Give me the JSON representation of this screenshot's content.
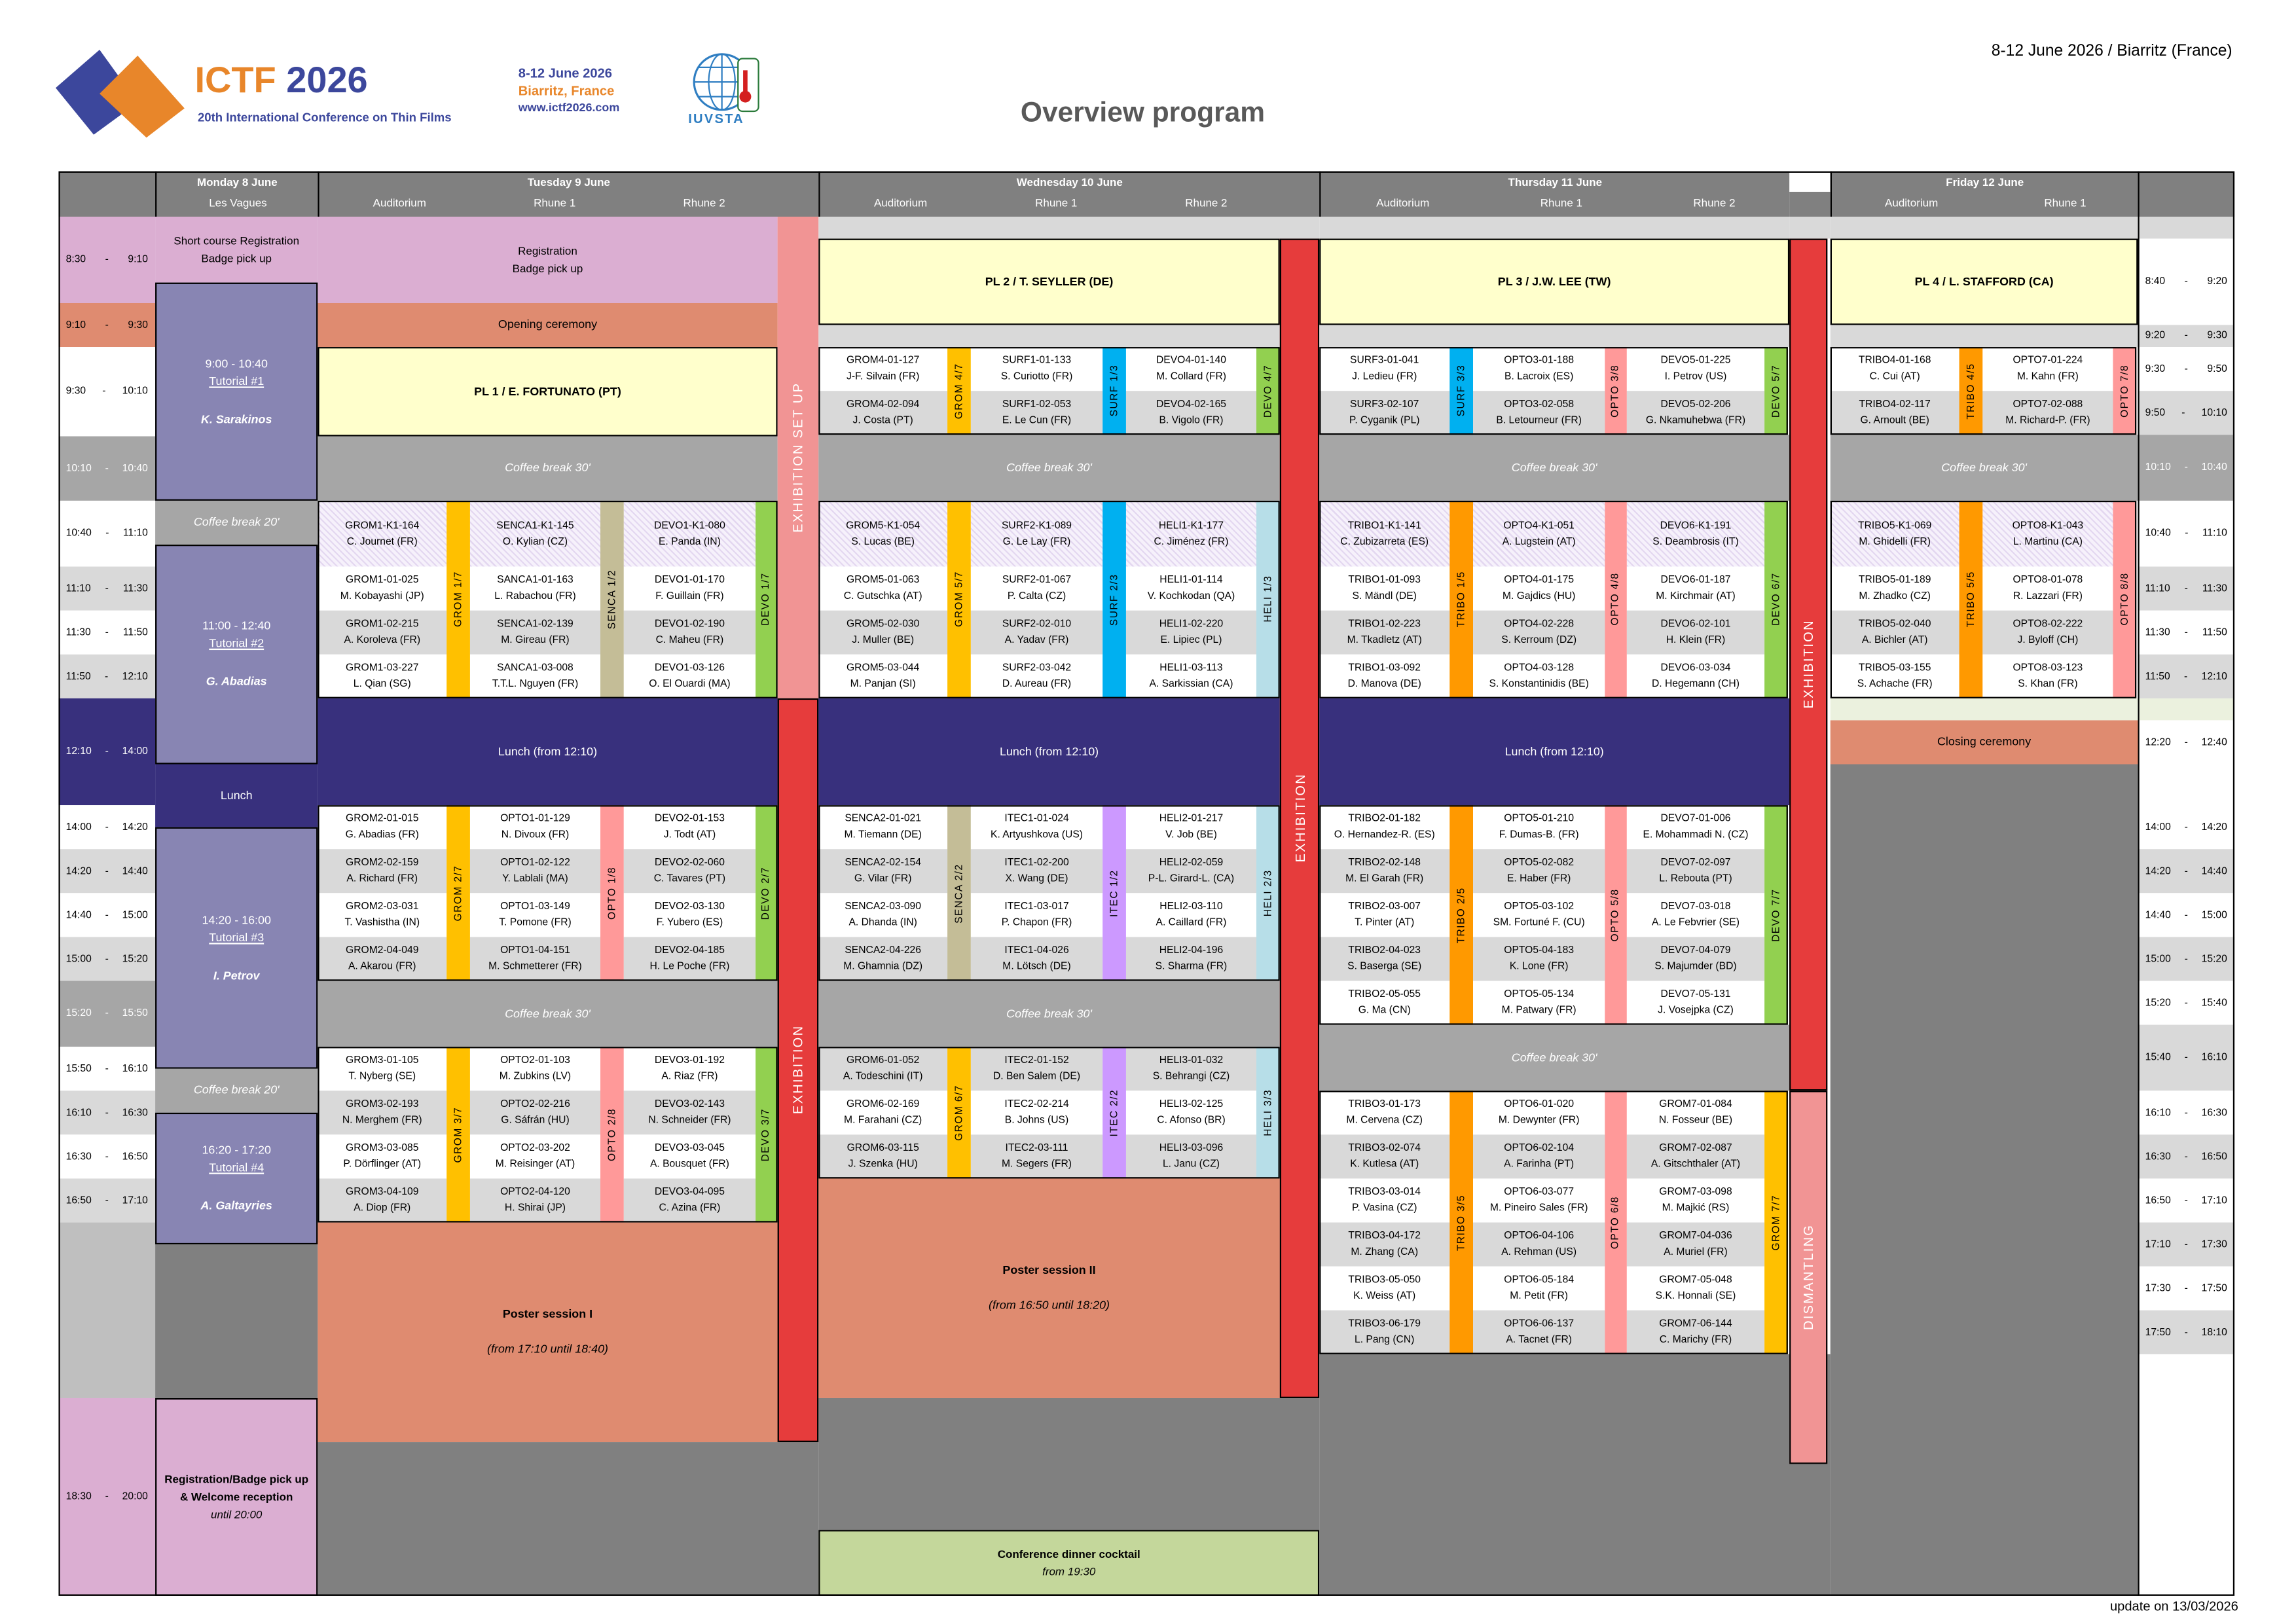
{
  "header": {
    "logo_ictf": "ICTF",
    "logo_year": "2026",
    "logo_subtitle": "20th International Conference on Thin Films",
    "dates": "8-12 June 2026",
    "place": "Biarritz, France",
    "url": "www.ictf2026.com",
    "iuvsta": "IUVSTA",
    "top_right": "8-12 June 2026 / Biarritz (France)",
    "page_title": "Overview program",
    "update": "update on 13/03/2026"
  },
  "days": [
    {
      "name": "Monday 8 June",
      "rooms": [
        "Les Vagues"
      ]
    },
    {
      "name": "Tuesday 9 June",
      "rooms": [
        "Auditorium",
        "Rhune 1",
        "Rhune 2"
      ]
    },
    {
      "name": "Wednesday 10 June",
      "rooms": [
        "Auditorium",
        "Rhune 1",
        "Rhune 2"
      ]
    },
    {
      "name": "Thursday 11 June",
      "rooms": [
        "Auditorium",
        "Rhune 1",
        "Rhune 2"
      ]
    },
    {
      "name": "Friday 12 June",
      "rooms": [
        "Auditorium",
        "Rhune 1"
      ]
    }
  ],
  "time_left": [
    [
      "8:30",
      "9:10"
    ],
    [
      "9:10",
      "9:30"
    ],
    [
      "9:30",
      "10:10"
    ],
    [
      "10:10",
      "10:40"
    ],
    [
      "10:40",
      "11:10"
    ],
    [
      "11:10",
      "11:30"
    ],
    [
      "11:30",
      "11:50"
    ],
    [
      "11:50",
      "12:10"
    ],
    [
      "12:10",
      "14:00"
    ],
    [
      "14:00",
      "14:20"
    ],
    [
      "14:20",
      "14:40"
    ],
    [
      "14:40",
      "15:00"
    ],
    [
      "15:00",
      "15:20"
    ],
    [
      "15:20",
      "15:50"
    ],
    [
      "15:50",
      "16:10"
    ],
    [
      "16:10",
      "16:30"
    ],
    [
      "16:30",
      "16:50"
    ],
    [
      "16:50",
      "17:10"
    ],
    [
      "18:30",
      "20:00"
    ]
  ],
  "time_right": [
    [
      "8:40",
      "9:20"
    ],
    [
      "9:20",
      "9:30"
    ],
    [
      "9:30",
      "9:50"
    ],
    [
      "9:50",
      "10:10"
    ],
    [
      "10:10",
      "10:40"
    ],
    [
      "10:40",
      "11:10"
    ],
    [
      "11:10",
      "11:30"
    ],
    [
      "11:30",
      "11:50"
    ],
    [
      "11:50",
      "12:10"
    ],
    [
      "12:20",
      "12:40"
    ],
    [
      "14:00",
      "14:20"
    ],
    [
      "14:20",
      "14:40"
    ],
    [
      "14:40",
      "15:00"
    ],
    [
      "15:00",
      "15:20"
    ],
    [
      "15:20",
      "15:40"
    ],
    [
      "15:40",
      "16:10"
    ],
    [
      "16:10",
      "16:30"
    ],
    [
      "16:30",
      "16:50"
    ],
    [
      "16:50",
      "17:10"
    ],
    [
      "17:10",
      "17:30"
    ],
    [
      "17:30",
      "17:50"
    ],
    [
      "17:50",
      "18:10"
    ]
  ],
  "blocks": {
    "mon_reg": [
      "Short course Registration",
      "Badge pick up"
    ],
    "tut1": [
      "9:00 - 10:40",
      "Tutorial #1",
      "K. Sarakinos"
    ],
    "mon_coffee1": [
      "Coffee break 20'"
    ],
    "tut2": [
      "11:00 - 12:40",
      "Tutorial #2",
      "G. Abadias"
    ],
    "mon_lunch": [
      "Lunch"
    ],
    "tut3": [
      "14:20 - 16:00",
      "Tutorial #3",
      "I. Petrov"
    ],
    "mon_coffee2": [
      "Coffee break 20'"
    ],
    "tut4": [
      "16:20 - 17:20",
      "Tutorial #4",
      "A. Galtayries"
    ],
    "mon_welcome": [
      "Registration/Badge pick up",
      "& Welcome reception",
      "until 20:00"
    ],
    "tue_reg": [
      "Registration",
      "Badge pick up"
    ],
    "tue_opening": [
      "Opening ceremony"
    ],
    "tue_pl1": [
      "PL 1 / E. FORTUNATO (PT)"
    ],
    "tue_coffee1": [
      "Coffee break 30'"
    ],
    "tue_lunch": [
      "Lunch (from 12:10)"
    ],
    "tue_coffee2": [
      "Coffee break 30'"
    ],
    "tue_poster": [
      "Poster session I",
      "(from 17:10 until 18:40)"
    ],
    "tue_setup": [
      "EXHIBITION SET UP"
    ],
    "tue_exh": [
      "EXHIBITION"
    ],
    "wed_pl2": [
      "PL 2 / T. SEYLLER (DE)"
    ],
    "wed_coffee1": [
      "Coffee break 30'"
    ],
    "wed_lunch": [
      "Lunch (from 12:10)"
    ],
    "wed_coffee2": [
      "Coffee break 30'"
    ],
    "wed_poster": [
      "Poster session II",
      "(from 16:50 until 18:20)"
    ],
    "wed_dinner": [
      "Conference dinner cocktail",
      "from 19:30"
    ],
    "wed_exh": [
      "EXHIBITION"
    ],
    "thu_pl3": [
      "PL 3 / J.W. LEE (TW)"
    ],
    "thu_coffee1": [
      "Coffee break 30'"
    ],
    "thu_lunch": [
      "Lunch (from 12:10)"
    ],
    "thu_coffee2": [
      "Coffee break 30'"
    ],
    "thu_exh": [
      "EXHIBITION"
    ],
    "thu_dismantling": [
      "DISMANTLING"
    ],
    "fri_pl4": [
      "PL 4 / L. STAFFORD (CA)"
    ],
    "fri_coffee1": [
      "Coffee break 30'"
    ],
    "fri_closing": [
      "Closing ceremony"
    ]
  },
  "track_colors": {
    "GROM": "#ffc000",
    "SENCA": "#c4bd97",
    "DEVO": "#92d050",
    "SURF": "#00b0f0",
    "HELI": "#b7dee8",
    "OPTO": "#ff9999",
    "ITEC": "#cc99ff",
    "TRIBO": "#ff9900"
  },
  "groups": [
    {
      "track": "GROM 1/7",
      "talks": [
        [
          "GROM1-K1-164",
          "C. Journet (FR)"
        ],
        [
          "GROM1-01-025",
          "M. Kobayashi (JP)"
        ],
        [
          "GROM1-02-215",
          "A. Koroleva (FR)"
        ],
        [
          "GROM1-03-227",
          "L. Qian (SG)"
        ]
      ]
    },
    {
      "track": "SENCA 1/2",
      "talks": [
        [
          "SENCA1-K1-145",
          "O. Kylian (CZ)"
        ],
        [
          "SANCA1-01-163",
          "L. Rabachou (FR)"
        ],
        [
          "SENCA1-02-139",
          "M. Gireau (FR)"
        ],
        [
          "SANCA1-03-008",
          "T.T.L. Nguyen (FR)"
        ]
      ]
    },
    {
      "track": "DEVO 1/7",
      "talks": [
        [
          "DEVO1-K1-080",
          "E. Panda (IN)"
        ],
        [
          "DEVO1-01-170",
          "F. Guillain (FR)"
        ],
        [
          "DEVO1-02-190",
          "C. Maheu (FR)"
        ],
        [
          "DEVO1-03-126",
          "O. El Ouardi (MA)"
        ]
      ]
    },
    {
      "track": "GROM 2/7",
      "talks": [
        [
          "GROM2-01-015",
          "G. Abadias (FR)"
        ],
        [
          "GROM2-02-159",
          "A. Richard (FR)"
        ],
        [
          "GROM2-03-031",
          "T. Vashistha (IN)"
        ],
        [
          "GROM2-04-049",
          "A. Akarou (FR)"
        ]
      ]
    },
    {
      "track": "OPTO 1/8",
      "talks": [
        [
          "OPTO1-01-129",
          "N. Divoux (FR)"
        ],
        [
          "OPTO1-02-122",
          "Y. Lablali (MA)"
        ],
        [
          "OPTO1-03-149",
          "T. Pomone (FR)"
        ],
        [
          "OPTO1-04-151",
          "M. Schmetterer (FR)"
        ]
      ]
    },
    {
      "track": "DEVO 2/7",
      "talks": [
        [
          "DEVO2-01-153",
          "J. Todt (AT)"
        ],
        [
          "DEVO2-02-060",
          "C. Tavares (PT)"
        ],
        [
          "DEVO2-03-130",
          "F. Yubero (ES)"
        ],
        [
          "DEVO2-04-185",
          "H. Le Poche (FR)"
        ]
      ]
    },
    {
      "track": "GROM 3/7",
      "talks": [
        [
          "GROM3-01-105",
          "T. Nyberg (SE)"
        ],
        [
          "GROM3-02-193",
          "N. Merghem (FR)"
        ],
        [
          "GROM3-03-085",
          "P. Dörflinger (AT)"
        ],
        [
          "GROM3-04-109",
          "A. Diop (FR)"
        ]
      ]
    },
    {
      "track": "OPTO 2/8",
      "talks": [
        [
          "OPTO2-01-103",
          "M. Zubkins (LV)"
        ],
        [
          "OPTO2-02-216",
          "G. Sáfrán (HU)"
        ],
        [
          "OPTO2-03-202",
          "M. Reisinger (AT)"
        ],
        [
          "OPTO2-04-120",
          "H. Shirai (JP)"
        ]
      ]
    },
    {
      "track": "DEVO 3/7",
      "talks": [
        [
          "DEVO3-01-192",
          "A. Riaz (FR)"
        ],
        [
          "DEVO3-02-143",
          "N. Schneider (FR)"
        ],
        [
          "DEVO3-03-045",
          "A. Bousquet (FR)"
        ],
        [
          "DEVO3-04-095",
          "C. Azina (FR)"
        ]
      ]
    },
    {
      "track": "GROM 4/7",
      "talks": [
        [
          "GROM4-01-127",
          "J-F. Silvain (FR)"
        ],
        [
          "GROM4-02-094",
          "J. Costa (PT)"
        ]
      ]
    },
    {
      "track": "SURF 1/3",
      "talks": [
        [
          "SURF1-01-133",
          "S. Curiotto (FR)"
        ],
        [
          "SURF1-02-053",
          "E. Le Cun (FR)"
        ]
      ]
    },
    {
      "track": "DEVO 4/7",
      "talks": [
        [
          "DEVO4-01-140",
          "M. Collard (FR)"
        ],
        [
          "DEVO4-02-165",
          "B. Vigolo (FR)"
        ]
      ]
    },
    {
      "track": "GROM 5/7",
      "talks": [
        [
          "GROM5-K1-054",
          "S. Lucas (BE)"
        ],
        [
          "GROM5-01-063",
          "C. Gutschka (AT)"
        ],
        [
          "GROM5-02-030",
          "J. Muller (BE)"
        ],
        [
          "GROM5-03-044",
          "M. Panjan (SI)"
        ]
      ]
    },
    {
      "track": "SURF 2/3",
      "talks": [
        [
          "SURF2-K1-089",
          "G. Le Lay (FR)"
        ],
        [
          "SURF2-01-067",
          "P. Calta (CZ)"
        ],
        [
          "SURF2-02-010",
          "A. Yadav (FR)"
        ],
        [
          "SURF2-03-042",
          "D. Aureau (FR)"
        ]
      ]
    },
    {
      "track": "HELI 1/3",
      "talks": [
        [
          "HELI1-K1-177",
          "C. Jiménez (FR)"
        ],
        [
          "HELI1-01-114",
          "V. Kochkodan (QA)"
        ],
        [
          "HELI1-02-220",
          "E. Lipiec (PL)"
        ],
        [
          "HELI1-03-113",
          "A. Sarkissian (CA)"
        ]
      ]
    },
    {
      "track": "SENCA 2/2",
      "talks": [
        [
          "SENCA2-01-021",
          "M. Tiemann (DE)"
        ],
        [
          "SENCA2-02-154",
          "G. Vilar (FR)"
        ],
        [
          "SENCA2-03-090",
          "A. Dhanda (IN)"
        ],
        [
          "SENCA2-04-226",
          "M. Ghamnia (DZ)"
        ]
      ]
    },
    {
      "track": "ITEC 1/2",
      "talks": [
        [
          "ITEC1-01-024",
          "K. Artyushkova (US)"
        ],
        [
          "ITEC1-02-200",
          "X. Wang (DE)"
        ],
        [
          "ITEC1-03-017",
          "P. Chapon (FR)"
        ],
        [
          "ITEC1-04-026",
          "M. Lötsch (DE)"
        ]
      ]
    },
    {
      "track": "HELI 2/3",
      "talks": [
        [
          "HELI2-01-217",
          "V. Job (BE)"
        ],
        [
          "HELI2-02-059",
          "P-L. Girard-L. (CA)"
        ],
        [
          "HELI2-03-110",
          "A. Caillard (FR)"
        ],
        [
          "HELI2-04-196",
          "S. Sharma (FR)"
        ]
      ]
    },
    {
      "track": "GROM 6/7",
      "talks": [
        [
          "GROM6-01-052",
          "A. Todeschini (IT)"
        ],
        [
          "GROM6-02-169",
          "M. Farahani (CZ)"
        ],
        [
          "GROM6-03-115",
          "J. Szenka (HU)"
        ]
      ]
    },
    {
      "track": "ITEC 2/2",
      "talks": [
        [
          "ITEC2-01-152",
          "D. Ben Salem (DE)"
        ],
        [
          "ITEC2-02-214",
          "B. Johns (US)"
        ],
        [
          "ITEC2-03-111",
          "M. Segers (FR)"
        ]
      ]
    },
    {
      "track": "HELI 3/3",
      "talks": [
        [
          "HELI3-01-032",
          "S. Behrangi (CZ)"
        ],
        [
          "HELI3-02-125",
          "C. Afonso (BR)"
        ],
        [
          "HELI3-03-096",
          "L. Janu (CZ)"
        ]
      ]
    },
    {
      "track": "SURF 3/3",
      "talks": [
        [
          "SURF3-01-041",
          "J. Ledieu (FR)"
        ],
        [
          "SURF3-02-107",
          "P. Cyganik (PL)"
        ]
      ]
    },
    {
      "track": "OPTO 3/8",
      "talks": [
        [
          "OPTO3-01-188",
          "B. Lacroix (ES)"
        ],
        [
          "OPTO3-02-058",
          "B. Letourneur (FR)"
        ]
      ]
    },
    {
      "track": "DEVO 5/7",
      "talks": [
        [
          "DEVO5-01-225",
          "I. Petrov (US)"
        ],
        [
          "DEVO5-02-206",
          "G. Nkamuhebwa (FR)"
        ]
      ]
    },
    {
      "track": "TRIBO 1/5",
      "talks": [
        [
          "TRIBO1-K1-141",
          "C. Zubizarreta (ES)"
        ],
        [
          "TRIBO1-01-093",
          "S. Mändl (DE)"
        ],
        [
          "TRIBO1-02-223",
          "M. Tkadletz (AT)"
        ],
        [
          "TRIBO1-03-092",
          "D. Manova (DE)"
        ]
      ]
    },
    {
      "track": "OPTO 4/8",
      "talks": [
        [
          "OPTO4-K1-051",
          "A. Lugstein (AT)"
        ],
        [
          "OPTO4-01-175",
          "M. Gajdics (HU)"
        ],
        [
          "OPTO4-02-228",
          "S. Kerroum (DZ)"
        ],
        [
          "OPTO4-03-128",
          "S. Konstantinidis (BE)"
        ]
      ]
    },
    {
      "track": "DEVO 6/7",
      "talks": [
        [
          "DEVO6-K1-191",
          "S. Deambrosis (IT)"
        ],
        [
          "DEVO6-01-187",
          "M. Kirchmair (AT)"
        ],
        [
          "DEVO6-02-101",
          "H. Klein (FR)"
        ],
        [
          "DEVO6-03-034",
          "D. Hegemann (CH)"
        ]
      ]
    },
    {
      "track": "TRIBO 2/5",
      "talks": [
        [
          "TRIBO2-01-182",
          "O. Hernandez-R. (ES)"
        ],
        [
          "TRIBO2-02-148",
          "M. El Garah (FR)"
        ],
        [
          "TRIBO2-03-007",
          "T. Pinter (AT)"
        ],
        [
          "TRIBO2-04-023",
          "S. Baserga (SE)"
        ],
        [
          "TRIBO2-05-055",
          "G. Ma (CN)"
        ]
      ]
    },
    {
      "track": "OPTO 5/8",
      "talks": [
        [
          "OPTO5-01-210",
          "F. Dumas-B. (FR)"
        ],
        [
          "OPTO5-02-082",
          "E. Haber (FR)"
        ],
        [
          "OPTO5-03-102",
          "SM. Fortuné F. (CU)"
        ],
        [
          "OPTO5-04-183",
          "K. Lone (FR)"
        ],
        [
          "OPTO5-05-134",
          "M. Patwary (FR)"
        ]
      ]
    },
    {
      "track": "DEVO 7/7",
      "talks": [
        [
          "DEVO7-01-006",
          "E. Mohammadi N. (CZ)"
        ],
        [
          "DEVO7-02-097",
          "L. Rebouta (PT)"
        ],
        [
          "DEVO7-03-018",
          "A. Le Febvrier (SE)"
        ],
        [
          "DEVO7-04-079",
          "S. Majumder (BD)"
        ],
        [
          "DEVO7-05-131",
          "J. Vosejpka (CZ)"
        ]
      ]
    },
    {
      "track": "TRIBO 3/5",
      "talks": [
        [
          "TRIBO3-01-173",
          "M. Cervena (CZ)"
        ],
        [
          "TRIBO3-02-074",
          "K. Kutlesa (AT)"
        ],
        [
          "TRIBO3-03-014",
          "P. Vasina (CZ)"
        ],
        [
          "TRIBO3-04-172",
          "M. Zhang (CA)"
        ],
        [
          "TRIBO3-05-050",
          "K. Weiss (AT)"
        ],
        [
          "TRIBO3-06-179",
          "L. Pang (CN)"
        ]
      ]
    },
    {
      "track": "OPTO 6/8",
      "talks": [
        [
          "OPTO6-01-020",
          "M. Dewynter (FR)"
        ],
        [
          "OPTO6-02-104",
          "A. Farinha (PT)"
        ],
        [
          "OPTO6-03-077",
          "M. Pineiro Sales (FR)"
        ],
        [
          "OPTO6-04-106",
          "A. Rehman (US)"
        ],
        [
          "OPTO6-05-184",
          "M. Petit (FR)"
        ],
        [
          "OPTO6-06-137",
          "A. Tacnet (FR)"
        ]
      ]
    },
    {
      "track": "GROM 7/7",
      "talks": [
        [
          "GROM7-01-084",
          "N. Fosseur (BE)"
        ],
        [
          "GROM7-02-087",
          "A. Gitschthaler (AT)"
        ],
        [
          "GROM7-03-098",
          "M. Majkić (RS)"
        ],
        [
          "GROM7-04-036",
          "A. Muriel (FR)"
        ],
        [
          "GROM7-05-048",
          "S.K. Honnali (SE)"
        ],
        [
          "GROM7-06-144",
          "C. Marichy (FR)"
        ]
      ]
    },
    {
      "track": "TRIBO 4/5",
      "talks": [
        [
          "TRIBO4-01-168",
          "C. Cui (AT)"
        ],
        [
          "TRIBO4-02-117",
          "G. Arnoult (BE)"
        ]
      ]
    },
    {
      "track": "OPTO 7/8",
      "talks": [
        [
          "OPTO7-01-224",
          "M. Kahn (FR)"
        ],
        [
          "OPTO7-02-088",
          "M. Richard-P. (FR)"
        ]
      ]
    },
    {
      "track": "TRIBO 5/5",
      "talks": [
        [
          "TRIBO5-K1-069",
          "M. Ghidelli (FR)"
        ],
        [
          "TRIBO5-01-189",
          "M. Zhadko (CZ)"
        ],
        [
          "TRIBO5-02-040",
          "A. Bichler (AT)"
        ],
        [
          "TRIBO5-03-155",
          "S. Achache (FR)"
        ]
      ]
    },
    {
      "track": "OPTO 8/8",
      "talks": [
        [
          "OPTO8-K1-043",
          "L. Martinu (CA)"
        ],
        [
          "OPTO8-01-078",
          "R. Lazzari (FR)"
        ],
        [
          "OPTO8-02-222",
          "J. Byloff (CH)"
        ],
        [
          "OPTO8-03-123",
          "S. Khan (FR)"
        ]
      ]
    }
  ]
}
